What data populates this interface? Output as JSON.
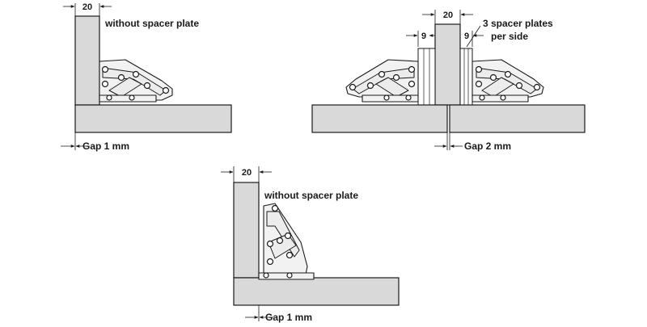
{
  "diagrams": [
    {
      "dimension_label": "20",
      "note": "without spacer plate",
      "gap_label": "Gap 1  mm"
    },
    {
      "dimension_label": "20",
      "spacer_width_left": "9",
      "spacer_width_right": "9",
      "note_line1": "3 spacer plates",
      "note_line2": "per side",
      "gap_label": "Gap 2  mm"
    },
    {
      "dimension_label": "20",
      "note": "without spacer plate",
      "gap_label": "Gap 1  mm"
    }
  ]
}
